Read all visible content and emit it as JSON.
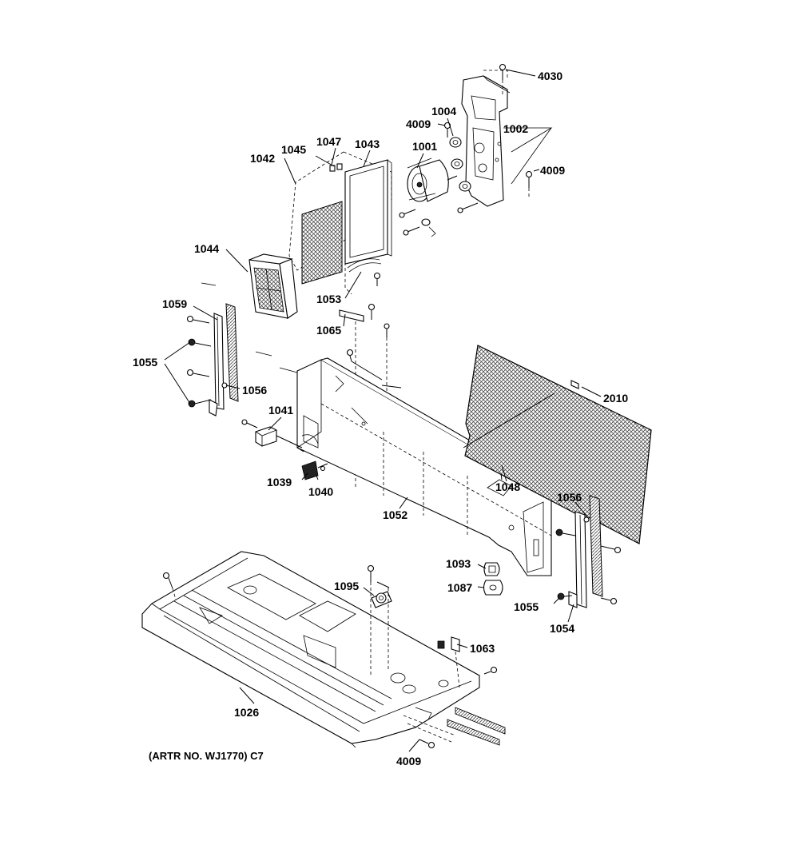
{
  "diagram": {
    "caption": "(ARTR NO. WJ1770) C7",
    "parts": {
      "p4030": "4030",
      "p1004": "1004",
      "p4009a": "4009",
      "p1002": "1002",
      "p1001": "1001",
      "p4009b": "4009",
      "p1047": "1047",
      "p1045": "1045",
      "p1043": "1043",
      "p1042": "1042",
      "p1044": "1044",
      "p1053": "1053",
      "p1065": "1065",
      "p1059": "1059",
      "p1055a": "1055",
      "p1056a": "1056",
      "p2010": "2010",
      "p1041": "1041",
      "p1039": "1039",
      "p1040": "1040",
      "p1048": "1048",
      "p1052": "1052",
      "p1056b": "1056",
      "p1093": "1093",
      "p1087": "1087",
      "p1055b": "1055",
      "p1054": "1054",
      "p1095": "1095",
      "p1063": "1063",
      "p1026": "1026",
      "p4009c": "4009"
    }
  }
}
